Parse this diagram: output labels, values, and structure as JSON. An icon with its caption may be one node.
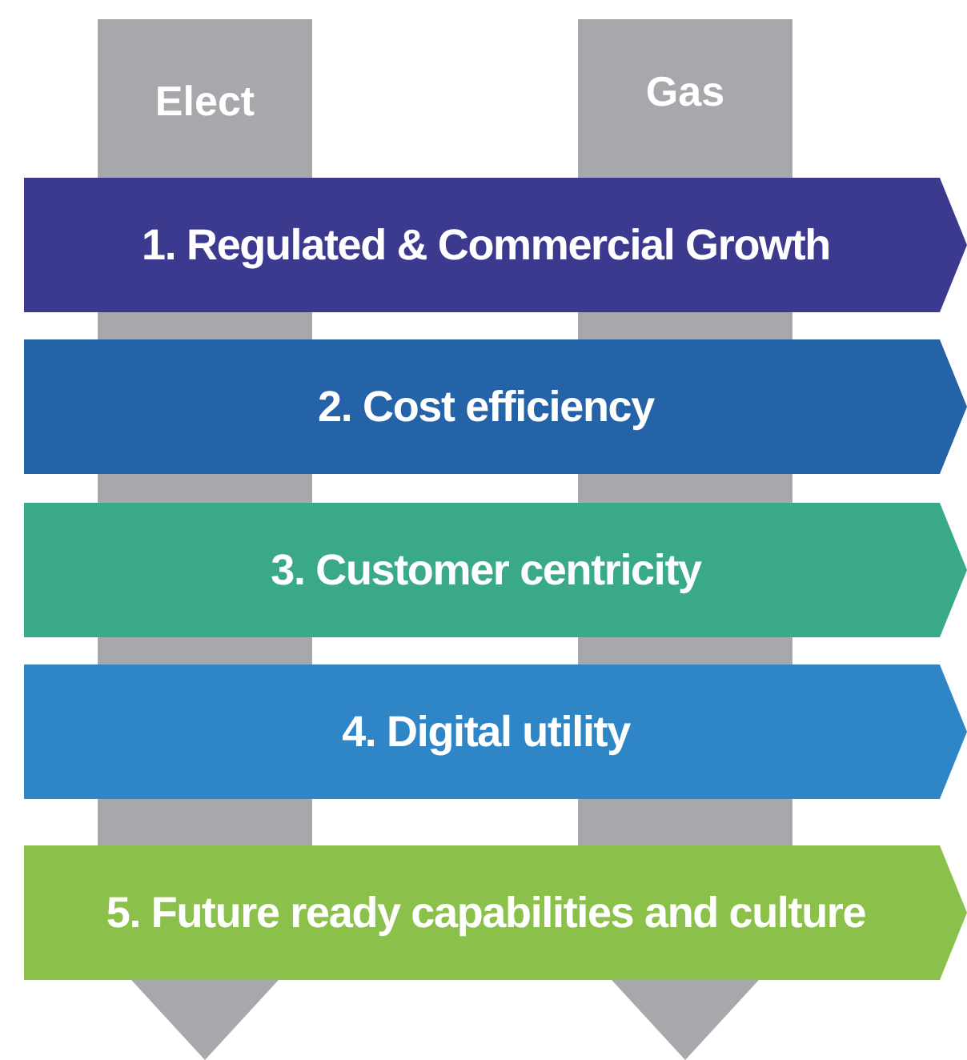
{
  "diagram": {
    "nodes": [
      {
        "text": [
          "Elect"
        ]
      },
      {
        "text": [
          "Gas"
        ]
      },
      {
        "text": [
          "1. Regulated & Commercial Growth"
        ]
      },
      {
        "text": [
          "2. Cost efficiency"
        ]
      },
      {
        "text": [
          "3. Customer centricity"
        ]
      },
      {
        "text": [
          "4. Digital utility"
        ]
      },
      {
        "text": [
          "5. Future ready capabilities and culture"
        ]
      }
    ]
  }
}
